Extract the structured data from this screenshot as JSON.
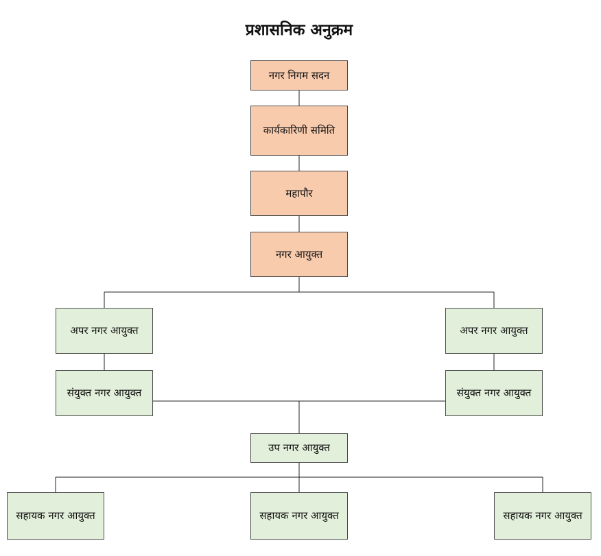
{
  "title": "प्रशासनिक अनुक्रम",
  "colors": {
    "top_level_fill": "#f8cbad",
    "lower_level_fill": "#e2efda",
    "border": "#4a4a4a",
    "connector": "#222222"
  },
  "nodes": {
    "nagar_nigam_sadan": "नगर निगम सदन",
    "karyakarini_samiti": "कार्यकारिणी समिति",
    "mahapaur": "महापौर",
    "nagar_ayukt": "नगर आयुक्त",
    "apar_nagar_ayukt_left": "अपर नगर आयुक्त",
    "apar_nagar_ayukt_right": "अपर नगर आयुक्त",
    "sanyukt_nagar_ayukt_left": "संयुक्त नगर आयुक्त",
    "sanyukt_nagar_ayukt_right": "संयुक्त नगर आयुक्त",
    "up_nagar_ayukt": "उप नगर आयुक्त",
    "sahayak_nagar_ayukt_left": "सहायक नगर आयुक्त",
    "sahayak_nagar_ayukt_center": "सहायक नगर आयुक्त",
    "sahayak_nagar_ayukt_right": "सहायक नगर आयुक्त"
  },
  "edges": [
    [
      "nagar_nigam_sadan",
      "karyakarini_samiti"
    ],
    [
      "karyakarini_samiti",
      "mahapaur"
    ],
    [
      "mahapaur",
      "nagar_ayukt"
    ],
    [
      "nagar_ayukt",
      "apar_nagar_ayukt_left"
    ],
    [
      "nagar_ayukt",
      "apar_nagar_ayukt_right"
    ],
    [
      "apar_nagar_ayukt_left",
      "sanyukt_nagar_ayukt_left"
    ],
    [
      "apar_nagar_ayukt_right",
      "sanyukt_nagar_ayukt_right"
    ],
    [
      "sanyukt_nagar_ayukt_left",
      "up_nagar_ayukt"
    ],
    [
      "sanyukt_nagar_ayukt_right",
      "up_nagar_ayukt"
    ],
    [
      "up_nagar_ayukt",
      "sahayak_nagar_ayukt_left"
    ],
    [
      "up_nagar_ayukt",
      "sahayak_nagar_ayukt_center"
    ],
    [
      "up_nagar_ayukt",
      "sahayak_nagar_ayukt_right"
    ]
  ]
}
